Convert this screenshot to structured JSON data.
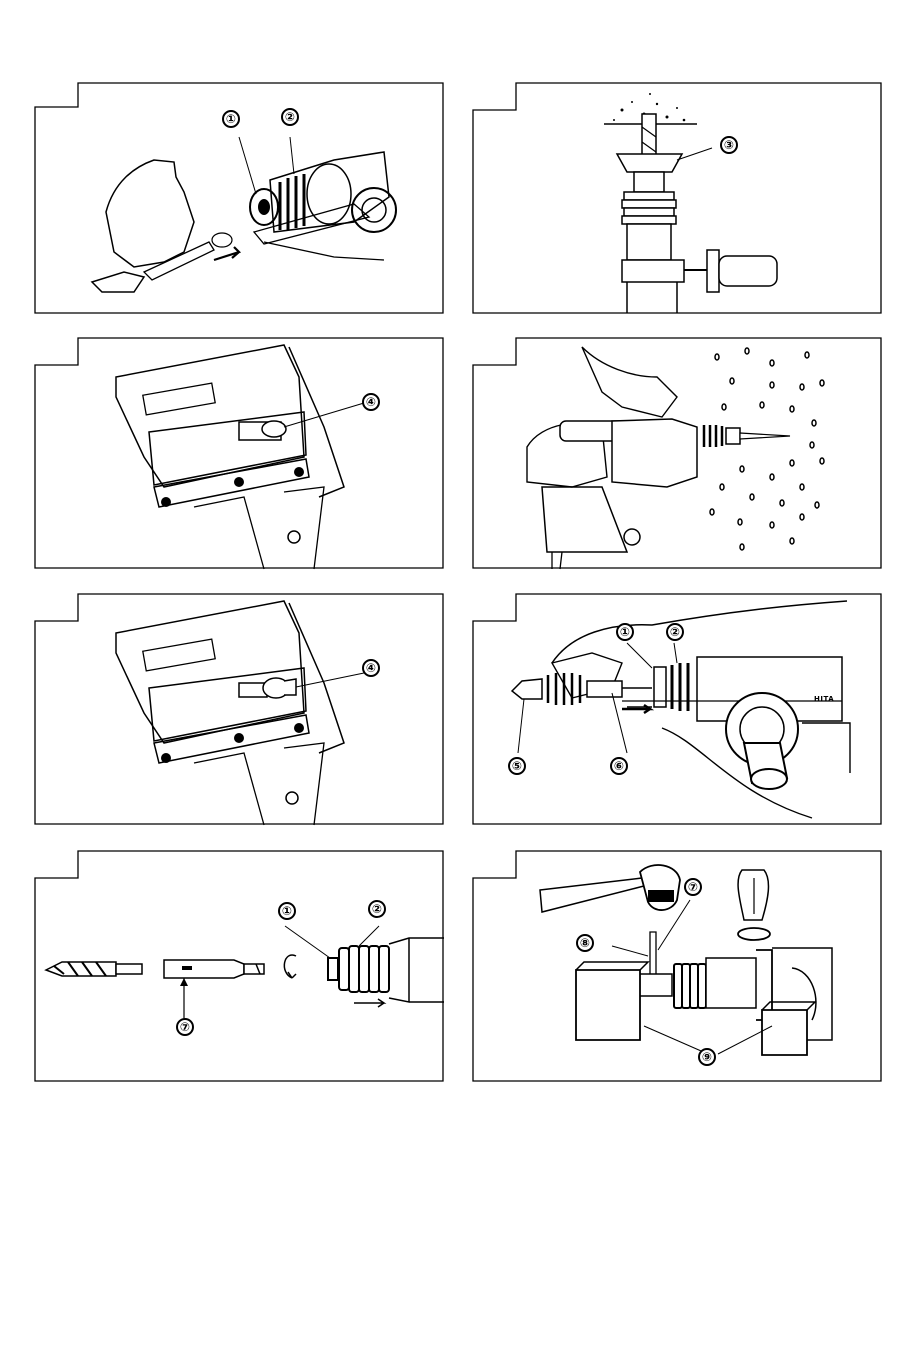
{
  "panels": [
    {
      "id": "p1",
      "callouts": [
        "①",
        "②"
      ]
    },
    {
      "id": "p2",
      "callouts": [
        "③"
      ]
    },
    {
      "id": "p3",
      "callouts": [
        "④"
      ]
    },
    {
      "id": "p4",
      "callouts": []
    },
    {
      "id": "p5",
      "callouts": [
        "④"
      ]
    },
    {
      "id": "p6",
      "callouts": [
        "①",
        "②",
        "⑤",
        "⑥"
      ],
      "tool_marking": "HITA"
    },
    {
      "id": "p7",
      "callouts": [
        "①",
        "②",
        "⑦"
      ]
    },
    {
      "id": "p8",
      "callouts": [
        "⑦",
        "⑧",
        "⑨"
      ]
    }
  ],
  "icons": [
    "hand-icon",
    "drill-bit-icon",
    "hammer-drill-icon",
    "dust-cup-icon",
    "side-handle-icon",
    "chuck-icon",
    "hammer-icon",
    "wood-block-icon"
  ]
}
